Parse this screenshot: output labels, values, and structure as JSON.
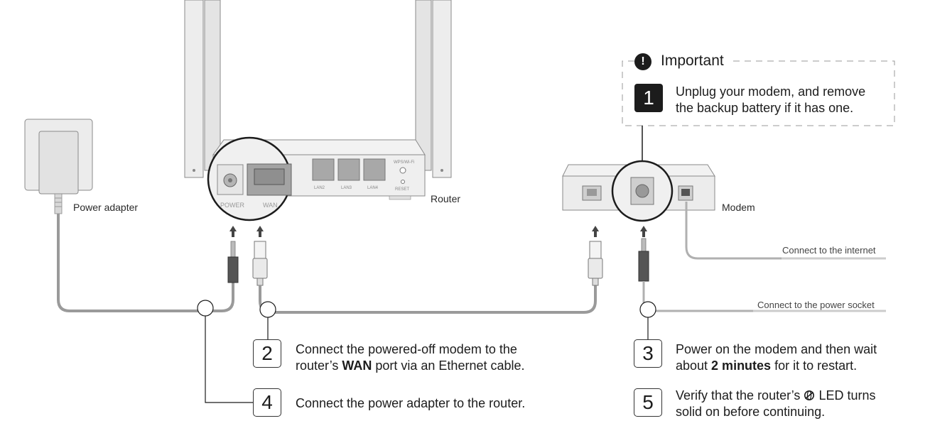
{
  "labels": {
    "power_adapter": "Power adapter",
    "router": "Router",
    "modem": "Modem",
    "connect_internet": "Connect to the internet",
    "connect_power_socket": "Connect to the power socket"
  },
  "router_ports": {
    "power": "POWER",
    "wan": "WAN",
    "lan2": "LAN2",
    "lan3": "LAN3",
    "lan4": "LAN4",
    "wps": "WPS/Wi-Fi",
    "reset": "RESET"
  },
  "important": {
    "title": "Important",
    "icon": "exclamation-icon",
    "step_number": "1",
    "line1_bold": "Unplug your modem,",
    "line1_rest": " and remove",
    "line2": "the backup battery if it has one."
  },
  "steps": [
    {
      "number": "2",
      "line1": "Connect the powered-off modem to the",
      "line2_pre": "router’s ",
      "line2_bold": "WAN",
      "line2_post": " port via an Ethernet cable."
    },
    {
      "number": "3",
      "line1": "Power on the modem and then wait",
      "line2_pre": "about ",
      "line2_bold": "2 minutes",
      "line2_post": " for it to restart."
    },
    {
      "number": "4",
      "line1": "Connect the power adapter to the router."
    },
    {
      "number": "5",
      "line1_pre": "Verify that the router’s ",
      "line1_icon": "internet-led-icon",
      "line1_post": " LED turns",
      "line2": "solid on before continuing."
    }
  ],
  "colors": {
    "line": "#9a9a9a",
    "dark": "#1c1c1c",
    "device": "#ececec",
    "outline": "#8a8a8a"
  }
}
